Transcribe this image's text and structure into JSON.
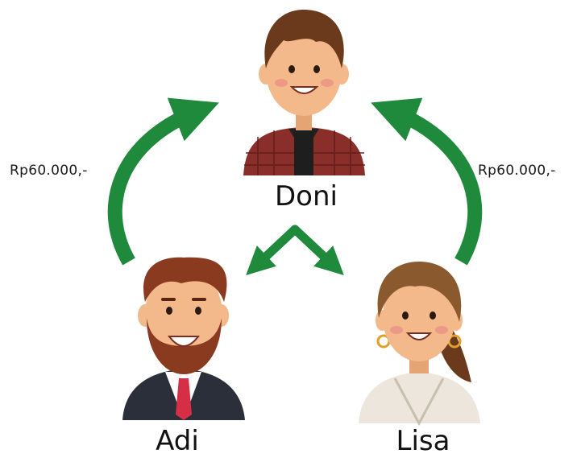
{
  "people": {
    "top": {
      "name": "Doni"
    },
    "left": {
      "name": "Adi"
    },
    "right": {
      "name": "Lisa"
    }
  },
  "transfers": {
    "left_to_top": {
      "amount": "Rp60.000,-"
    },
    "right_to_top": {
      "amount": "Rp60.000,-"
    }
  },
  "colors": {
    "arrow": "#1f8a3c",
    "doni_shirt": "#8a2e2a",
    "adi_suit": "#2b2f3a",
    "adi_tie": "#d62e45",
    "lisa_robe": "#ece6dc",
    "skin": "#f3b98a",
    "hair_brown": "#6b3a1c"
  },
  "icons": [
    "doni-avatar-icon",
    "adi-avatar-icon",
    "lisa-avatar-icon",
    "curved-arrow-icon",
    "split-arrow-icon"
  ]
}
